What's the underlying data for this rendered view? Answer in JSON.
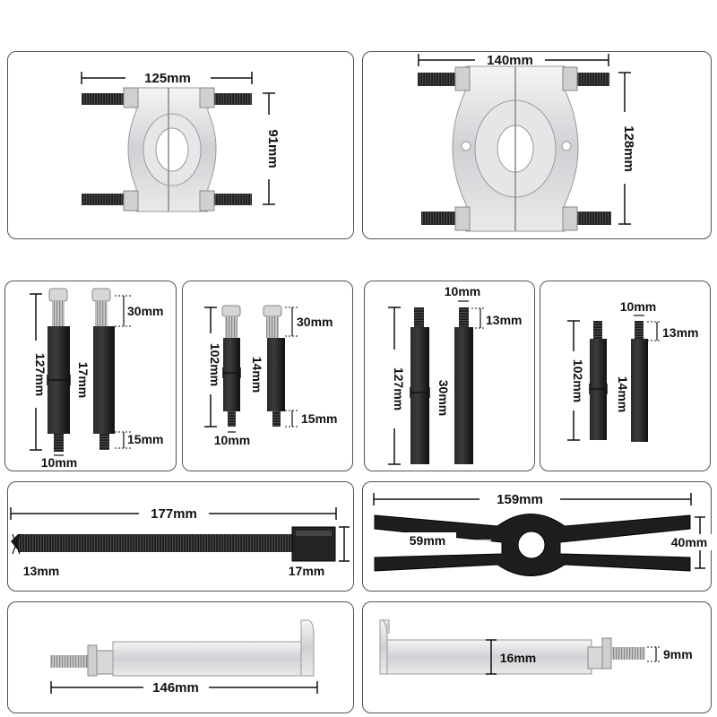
{
  "colors": {
    "steel": "#d9dadc",
    "black": "#1a1a1a",
    "line": "#111111"
  },
  "separator_large": {
    "width_label": "125mm",
    "height_label": "91mm"
  },
  "separator_xlarge": {
    "width_label": "140mm",
    "height_label": "128mm"
  },
  "rods_a": {
    "length": "127mm",
    "dia": "17mm",
    "top": "30mm",
    "bottom_thread": "15mm",
    "tip": "10mm"
  },
  "rods_b": {
    "length": "102mm",
    "dia": "14mm",
    "top": "30mm",
    "bottom_thread": "15mm",
    "tip": "10mm"
  },
  "rods_c": {
    "tip": "10mm",
    "thread": "13mm",
    "length": "127mm",
    "dia": "30mm"
  },
  "rods_d": {
    "tip": "10mm",
    "thread": "13mm",
    "length": "102mm",
    "dia": "14mm"
  },
  "screw": {
    "length": "177mm",
    "tip": "13mm",
    "nut": "17mm"
  },
  "yoke": {
    "length": "159mm",
    "inner": "59mm",
    "height": "40mm"
  },
  "handle_left": {
    "length": "146mm"
  },
  "handle_right": {
    "bar": "16mm",
    "thread": "9mm"
  }
}
